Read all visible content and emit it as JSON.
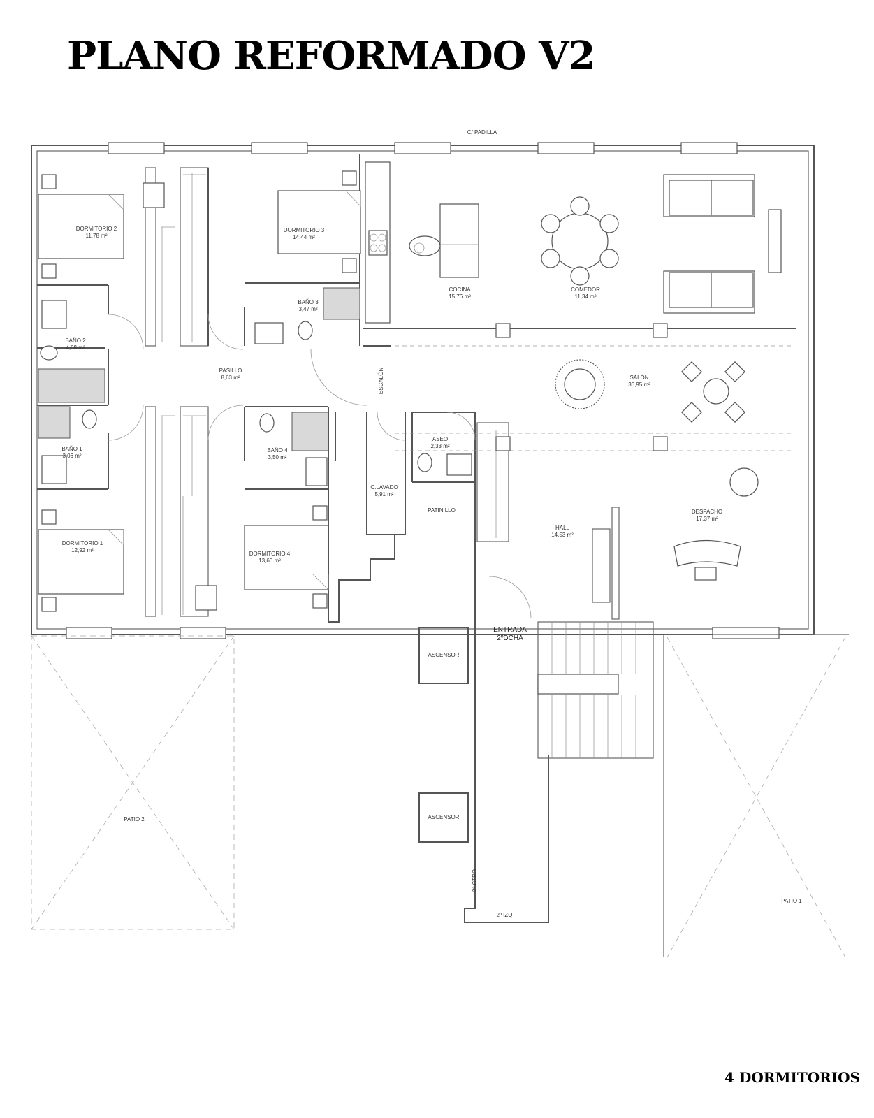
{
  "title": "PLANO REFORMADO V2",
  "footer": "4 DORMITORIOS",
  "street": "C/ PADILLA",
  "rooms": {
    "dormitorio2": {
      "name": "DORMITORIO 2",
      "area": "11,78 m²"
    },
    "dormitorio3": {
      "name": "DORMITORIO 3",
      "area": "14,44 m²"
    },
    "cocina": {
      "name": "COCINA",
      "area": "15,76 m²"
    },
    "comedor": {
      "name": "COMEDOR",
      "area": "11,34 m²"
    },
    "bano2": {
      "name": "BAÑO 2",
      "area": "4,08 m²"
    },
    "bano3": {
      "name": "BAÑO 3",
      "area": "3,47 m²"
    },
    "pasillo": {
      "name": "PASILLO",
      "area": "8,63 m²"
    },
    "salon": {
      "name": "SALÓN",
      "area": "36,95 m²"
    },
    "bano1": {
      "name": "BAÑO 1",
      "area": "3,06 m²"
    },
    "bano4": {
      "name": "BAÑO 4",
      "area": "3,50 m²"
    },
    "aseo": {
      "name": "ASEO",
      "area": "2,33 m²"
    },
    "clavado": {
      "name": "C.LAVADO",
      "area": "5,91 m²"
    },
    "patinillo": {
      "name": "PATINILLO",
      "area": ""
    },
    "hall": {
      "name": "HALL",
      "area": "14,53 m²"
    },
    "despacho": {
      "name": "DESPACHO",
      "area": "17,37 m²"
    },
    "dormitorio1": {
      "name": "DORMITORIO 1",
      "area": "12,92 m²"
    },
    "dormitorio4": {
      "name": "DORMITORIO 4",
      "area": "13,60 m²"
    }
  },
  "labels": {
    "escalon": "ESCALÓN",
    "entrada_1": "ENTRADA",
    "entrada_2": "2ºDCHA",
    "ascensor_1": "ASCENSOR",
    "ascensor_2": "ASCENSOR",
    "ctro": "2º CTRO",
    "izq": "2º IZQ",
    "patio1": "PATIO 1",
    "patio2": "PATIO 2"
  }
}
